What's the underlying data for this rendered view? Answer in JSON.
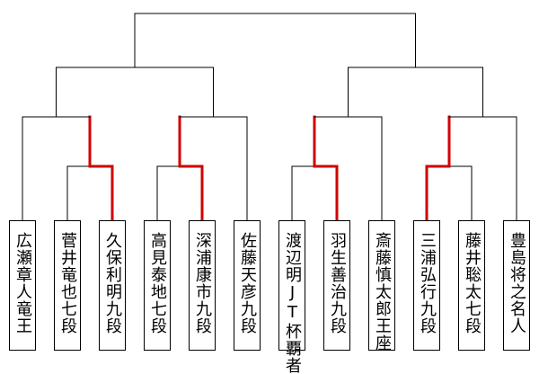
{
  "players": [
    {
      "name": "広瀬章人竜王",
      "icon": "none"
    },
    {
      "name": "菅井竜也七段"
    },
    {
      "name": "久保利明九段"
    },
    {
      "name": "高見泰地七段"
    },
    {
      "name": "深浦康市九段"
    },
    {
      "name": "佐藤天彦九段"
    },
    {
      "name": "渡辺明JT杯覇者"
    },
    {
      "name": "羽生善治九段"
    },
    {
      "name": "斎藤慎太郎王座"
    },
    {
      "name": "三浦弘行九段"
    },
    {
      "name": "藤井聡太七段"
    },
    {
      "name": "豊島将之名人"
    }
  ],
  "round1_winners": [
    "久保利明九段",
    "深浦康市九段",
    "羽生善治九段",
    "三浦弘行九段"
  ],
  "colors": {
    "line": "#000000",
    "winner_line": "#d00000"
  }
}
